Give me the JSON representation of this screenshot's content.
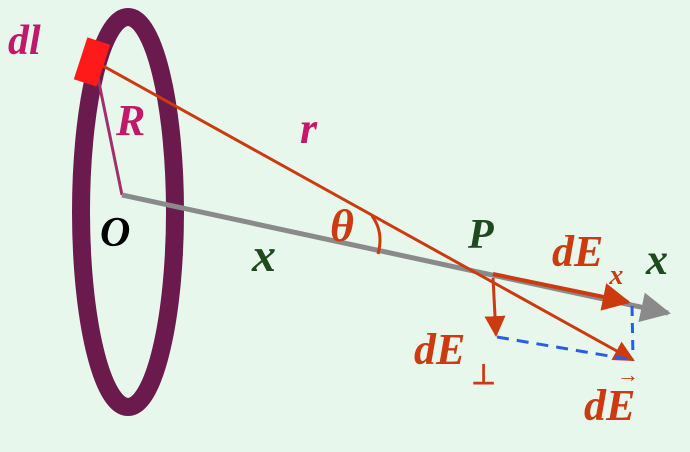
{
  "labels": {
    "dl": "dl",
    "R": "R",
    "r": "r",
    "O": "O",
    "x_axis_mid": "x",
    "theta": "θ",
    "P": "P",
    "dEx_main": "dE",
    "dEx_sub": "x",
    "x_axis_end": "x",
    "dEperp_main": "dE",
    "dEperp_sub": "⊥",
    "dE_main": "dE",
    "dE_arrow": "→"
  },
  "colors": {
    "background": "#e8f7ec",
    "ring": "#6b1a4e",
    "ring_inner": "#ffffff",
    "element": "#ff1a1a",
    "red_lines": "#cc3a10",
    "axis": "#8a8a8a",
    "radius": "#a0306a",
    "magenta_text": "#c0186a",
    "green_text": "#1f4a1f",
    "orange_text": "#cc3a10",
    "dashed": "#2b5ce6"
  }
}
